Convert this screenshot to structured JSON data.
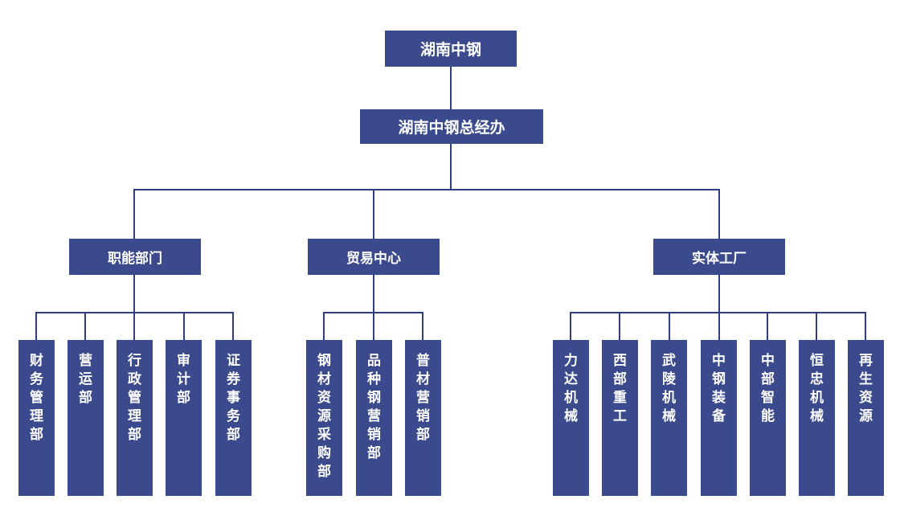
{
  "colors": {
    "node_fill": "#3b4a8d",
    "connector": "#2e3d7d",
    "node_text": "#ffffff",
    "background": "#ffffff"
  },
  "org_chart": {
    "root": "湖南中钢",
    "general_office": "湖南中钢总经办",
    "branches": [
      {
        "label": "职能部门",
        "children": [
          "财务管理部",
          "营运部",
          "行政管理部",
          "审计部",
          "证券事务部"
        ]
      },
      {
        "label": "贸易中心",
        "children": [
          "钢材资源采购部",
          "品种钢营销部",
          "普材营销部"
        ]
      },
      {
        "label": "实体工厂",
        "children": [
          "力达机械",
          "西部重工",
          "武陵机械",
          "中钢装备",
          "中部智能",
          "恒忠机械",
          "再生资源"
        ]
      }
    ]
  }
}
